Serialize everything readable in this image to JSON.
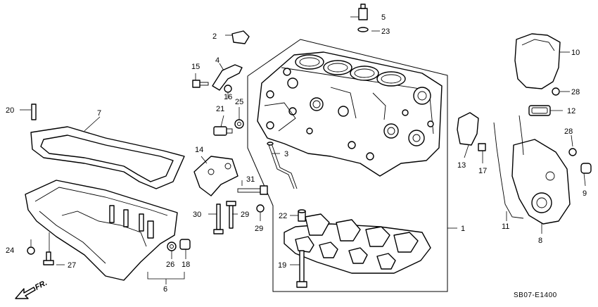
{
  "callouts": {
    "n1": "1",
    "n2": "2",
    "n3": "3",
    "n4": "4",
    "n5": "5",
    "n6": "6",
    "n7": "7",
    "n8": "8",
    "n9": "9",
    "n10": "10",
    "n11": "11",
    "n12": "12",
    "n13": "13",
    "n14": "14",
    "n15": "15",
    "n16": "16",
    "n17": "17",
    "n18": "18",
    "n19": "19",
    "n20": "20",
    "n21": "21",
    "n22": "22",
    "n23": "23",
    "n24": "24",
    "n25": "25",
    "n26": "26",
    "n27": "27",
    "n28a": "28",
    "n28b": "28",
    "n29a": "29",
    "n29b": "29",
    "n30": "30",
    "n31": "31"
  },
  "front_indicator": "FR.",
  "diagram_code": "SB07-E1400"
}
